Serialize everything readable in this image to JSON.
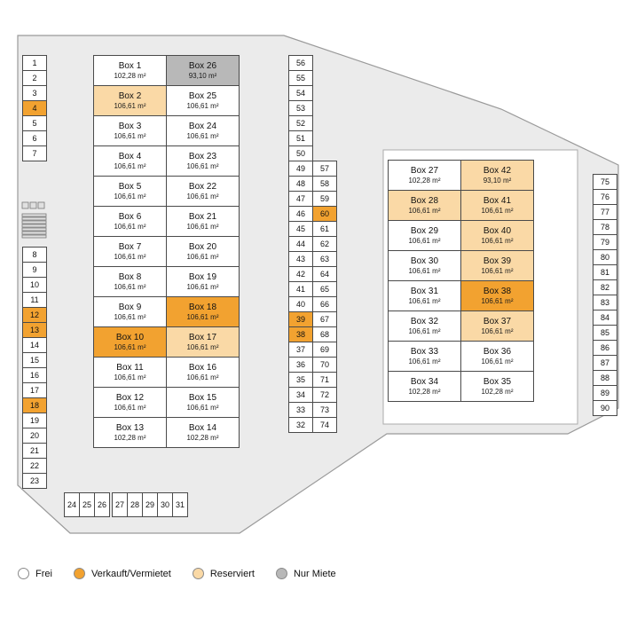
{
  "colors": {
    "frei": "#FFFFFF",
    "verkauft": "#F2A230",
    "reserviert": "#FAD9A6",
    "miete": "#B8B8B8"
  },
  "icons": {
    "site_icon": "stairs-icon"
  },
  "units": {
    "left_top": [
      {
        "n": "1",
        "status": "frei"
      },
      {
        "n": "2",
        "status": "frei"
      },
      {
        "n": "3",
        "status": "frei"
      },
      {
        "n": "4",
        "status": "verkauft"
      },
      {
        "n": "5",
        "status": "frei"
      },
      {
        "n": "6",
        "status": "frei"
      },
      {
        "n": "7",
        "status": "frei"
      }
    ],
    "left_bottom": [
      {
        "n": "8",
        "status": "frei"
      },
      {
        "n": "9",
        "status": "frei"
      },
      {
        "n": "10",
        "status": "frei"
      },
      {
        "n": "11",
        "status": "frei"
      },
      {
        "n": "12",
        "status": "verkauft"
      },
      {
        "n": "13",
        "status": "verkauft"
      },
      {
        "n": "14",
        "status": "frei"
      },
      {
        "n": "15",
        "status": "frei"
      },
      {
        "n": "16",
        "status": "frei"
      },
      {
        "n": "17",
        "status": "frei"
      },
      {
        "n": "18",
        "status": "verkauft"
      },
      {
        "n": "19",
        "status": "frei"
      },
      {
        "n": "20",
        "status": "frei"
      },
      {
        "n": "21",
        "status": "frei"
      },
      {
        "n": "22",
        "status": "frei"
      },
      {
        "n": "23",
        "status": "frei"
      }
    ],
    "bottom_row": [
      {
        "n": "24",
        "status": "frei"
      },
      {
        "n": "25",
        "status": "frei"
      },
      {
        "n": "26",
        "status": "frei"
      },
      {
        "n": "27",
        "status": "frei"
      },
      {
        "n": "28",
        "status": "frei"
      },
      {
        "n": "29",
        "status": "frei"
      },
      {
        "n": "30",
        "status": "frei"
      },
      {
        "n": "31",
        "status": "frei"
      }
    ],
    "mid_left": [
      {
        "n": "56",
        "status": "frei"
      },
      {
        "n": "55",
        "status": "frei"
      },
      {
        "n": "54",
        "status": "frei"
      },
      {
        "n": "53",
        "status": "frei"
      },
      {
        "n": "52",
        "status": "frei"
      },
      {
        "n": "51",
        "status": "frei"
      },
      {
        "n": "50",
        "status": "frei"
      },
      {
        "n": "49",
        "status": "frei"
      },
      {
        "n": "48",
        "status": "frei"
      },
      {
        "n": "47",
        "status": "frei"
      },
      {
        "n": "46",
        "status": "frei"
      },
      {
        "n": "45",
        "status": "frei"
      },
      {
        "n": "44",
        "status": "frei"
      },
      {
        "n": "43",
        "status": "frei"
      },
      {
        "n": "42",
        "status": "frei"
      },
      {
        "n": "41",
        "status": "frei"
      },
      {
        "n": "40",
        "status": "frei"
      },
      {
        "n": "39",
        "status": "verkauft"
      },
      {
        "n": "38",
        "status": "verkauft"
      },
      {
        "n": "37",
        "status": "frei"
      },
      {
        "n": "36",
        "status": "frei"
      },
      {
        "n": "35",
        "status": "frei"
      },
      {
        "n": "34",
        "status": "frei"
      },
      {
        "n": "33",
        "status": "frei"
      },
      {
        "n": "32",
        "status": "frei"
      }
    ],
    "mid_right": [
      {
        "n": "57",
        "status": "frei"
      },
      {
        "n": "58",
        "status": "frei"
      },
      {
        "n": "59",
        "status": "frei"
      },
      {
        "n": "60",
        "status": "verkauft"
      },
      {
        "n": "61",
        "status": "frei"
      },
      {
        "n": "62",
        "status": "frei"
      },
      {
        "n": "63",
        "status": "frei"
      },
      {
        "n": "64",
        "status": "frei"
      },
      {
        "n": "65",
        "status": "frei"
      },
      {
        "n": "66",
        "status": "frei"
      },
      {
        "n": "67",
        "status": "frei"
      },
      {
        "n": "68",
        "status": "frei"
      },
      {
        "n": "69",
        "status": "frei"
      },
      {
        "n": "70",
        "status": "frei"
      },
      {
        "n": "71",
        "status": "frei"
      },
      {
        "n": "72",
        "status": "frei"
      },
      {
        "n": "73",
        "status": "frei"
      },
      {
        "n": "74",
        "status": "frei"
      }
    ],
    "right_col": [
      {
        "n": "75",
        "status": "frei"
      },
      {
        "n": "76",
        "status": "frei"
      },
      {
        "n": "77",
        "status": "frei"
      },
      {
        "n": "78",
        "status": "frei"
      },
      {
        "n": "79",
        "status": "frei"
      },
      {
        "n": "80",
        "status": "frei"
      },
      {
        "n": "81",
        "status": "frei"
      },
      {
        "n": "82",
        "status": "frei"
      },
      {
        "n": "83",
        "status": "frei"
      },
      {
        "n": "84",
        "status": "frei"
      },
      {
        "n": "85",
        "status": "frei"
      },
      {
        "n": "86",
        "status": "frei"
      },
      {
        "n": "87",
        "status": "frei"
      },
      {
        "n": "88",
        "status": "frei"
      },
      {
        "n": "89",
        "status": "frei"
      },
      {
        "n": "90",
        "status": "frei"
      }
    ]
  },
  "block_left": {
    "rows": [
      {
        "l": {
          "name": "Box 1",
          "area": "102,28 m²",
          "status": "frei"
        },
        "r": {
          "name": "Box 26",
          "area": "93,10 m²",
          "status": "miete"
        }
      },
      {
        "l": {
          "name": "Box 2",
          "area": "106,61 m²",
          "status": "reserviert"
        },
        "r": {
          "name": "Box 25",
          "area": "106,61 m²",
          "status": "frei"
        }
      },
      {
        "l": {
          "name": "Box 3",
          "area": "106,61 m²",
          "status": "frei"
        },
        "r": {
          "name": "Box 24",
          "area": "106,61 m²",
          "status": "frei"
        }
      },
      {
        "l": {
          "name": "Box 4",
          "area": "106,61 m²",
          "status": "frei"
        },
        "r": {
          "name": "Box 23",
          "area": "106,61 m²",
          "status": "frei"
        }
      },
      {
        "l": {
          "name": "Box 5",
          "area": "106,61 m²",
          "status": "frei"
        },
        "r": {
          "name": "Box 22",
          "area": "106,61 m²",
          "status": "frei"
        }
      },
      {
        "l": {
          "name": "Box 6",
          "area": "106,61 m²",
          "status": "frei"
        },
        "r": {
          "name": "Box 21",
          "area": "106,61 m²",
          "status": "frei"
        }
      },
      {
        "l": {
          "name": "Box 7",
          "area": "106,61 m²",
          "status": "frei"
        },
        "r": {
          "name": "Box 20",
          "area": "106,61 m²",
          "status": "frei"
        }
      },
      {
        "l": {
          "name": "Box 8",
          "area": "106,61 m²",
          "status": "frei"
        },
        "r": {
          "name": "Box 19",
          "area": "106,61 m²",
          "status": "frei"
        }
      },
      {
        "l": {
          "name": "Box 9",
          "area": "106,61 m²",
          "status": "frei"
        },
        "r": {
          "name": "Box 18",
          "area": "106,61 m²",
          "status": "verkauft"
        }
      },
      {
        "l": {
          "name": "Box 10",
          "area": "106,61 m²",
          "status": "verkauft"
        },
        "r": {
          "name": "Box 17",
          "area": "106,61 m²",
          "status": "reserviert"
        }
      },
      {
        "l": {
          "name": "Box 11",
          "area": "106,61 m²",
          "status": "frei"
        },
        "r": {
          "name": "Box 16",
          "area": "106,61 m²",
          "status": "frei"
        }
      },
      {
        "l": {
          "name": "Box 12",
          "area": "106,61 m²",
          "status": "frei"
        },
        "r": {
          "name": "Box 15",
          "area": "106,61 m²",
          "status": "frei"
        }
      },
      {
        "l": {
          "name": "Box 13",
          "area": "102,28 m²",
          "status": "frei"
        },
        "r": {
          "name": "Box 14",
          "area": "102,28 m²",
          "status": "frei"
        }
      }
    ]
  },
  "block_right": {
    "rows": [
      {
        "l": {
          "name": "Box 27",
          "area": "102,28 m²",
          "status": "frei"
        },
        "r": {
          "name": "Box 42",
          "area": "93,10 m²",
          "status": "reserviert"
        }
      },
      {
        "l": {
          "name": "Box 28",
          "area": "106,61 m²",
          "status": "reserviert"
        },
        "r": {
          "name": "Box 41",
          "area": "106,61 m²",
          "status": "reserviert"
        }
      },
      {
        "l": {
          "name": "Box 29",
          "area": "106,61 m²",
          "status": "frei"
        },
        "r": {
          "name": "Box 40",
          "area": "106,61 m²",
          "status": "reserviert"
        }
      },
      {
        "l": {
          "name": "Box 30",
          "area": "106,61 m²",
          "status": "frei"
        },
        "r": {
          "name": "Box 39",
          "area": "106,61 m²",
          "status": "reserviert"
        }
      },
      {
        "l": {
          "name": "Box 31",
          "area": "106,61 m²",
          "status": "frei"
        },
        "r": {
          "name": "Box 38",
          "area": "106,61 m²",
          "status": "verkauft"
        }
      },
      {
        "l": {
          "name": "Box 32",
          "area": "106,61 m²",
          "status": "frei"
        },
        "r": {
          "name": "Box 37",
          "area": "106,61 m²",
          "status": "reserviert"
        }
      },
      {
        "l": {
          "name": "Box 33",
          "area": "106,61 m²",
          "status": "frei"
        },
        "r": {
          "name": "Box 36",
          "area": "106,61 m²",
          "status": "frei"
        }
      },
      {
        "l": {
          "name": "Box 34",
          "area": "102,28 m²",
          "status": "frei"
        },
        "r": {
          "name": "Box 35",
          "area": "102,28 m²",
          "status": "frei"
        }
      }
    ]
  },
  "legend": {
    "items": [
      {
        "label": "Frei",
        "status": "frei"
      },
      {
        "label": "Verkauft/Vermietet",
        "status": "verkauft"
      },
      {
        "label": "Reserviert",
        "status": "reserviert"
      },
      {
        "label": "Nur Miete",
        "status": "miete"
      }
    ]
  }
}
